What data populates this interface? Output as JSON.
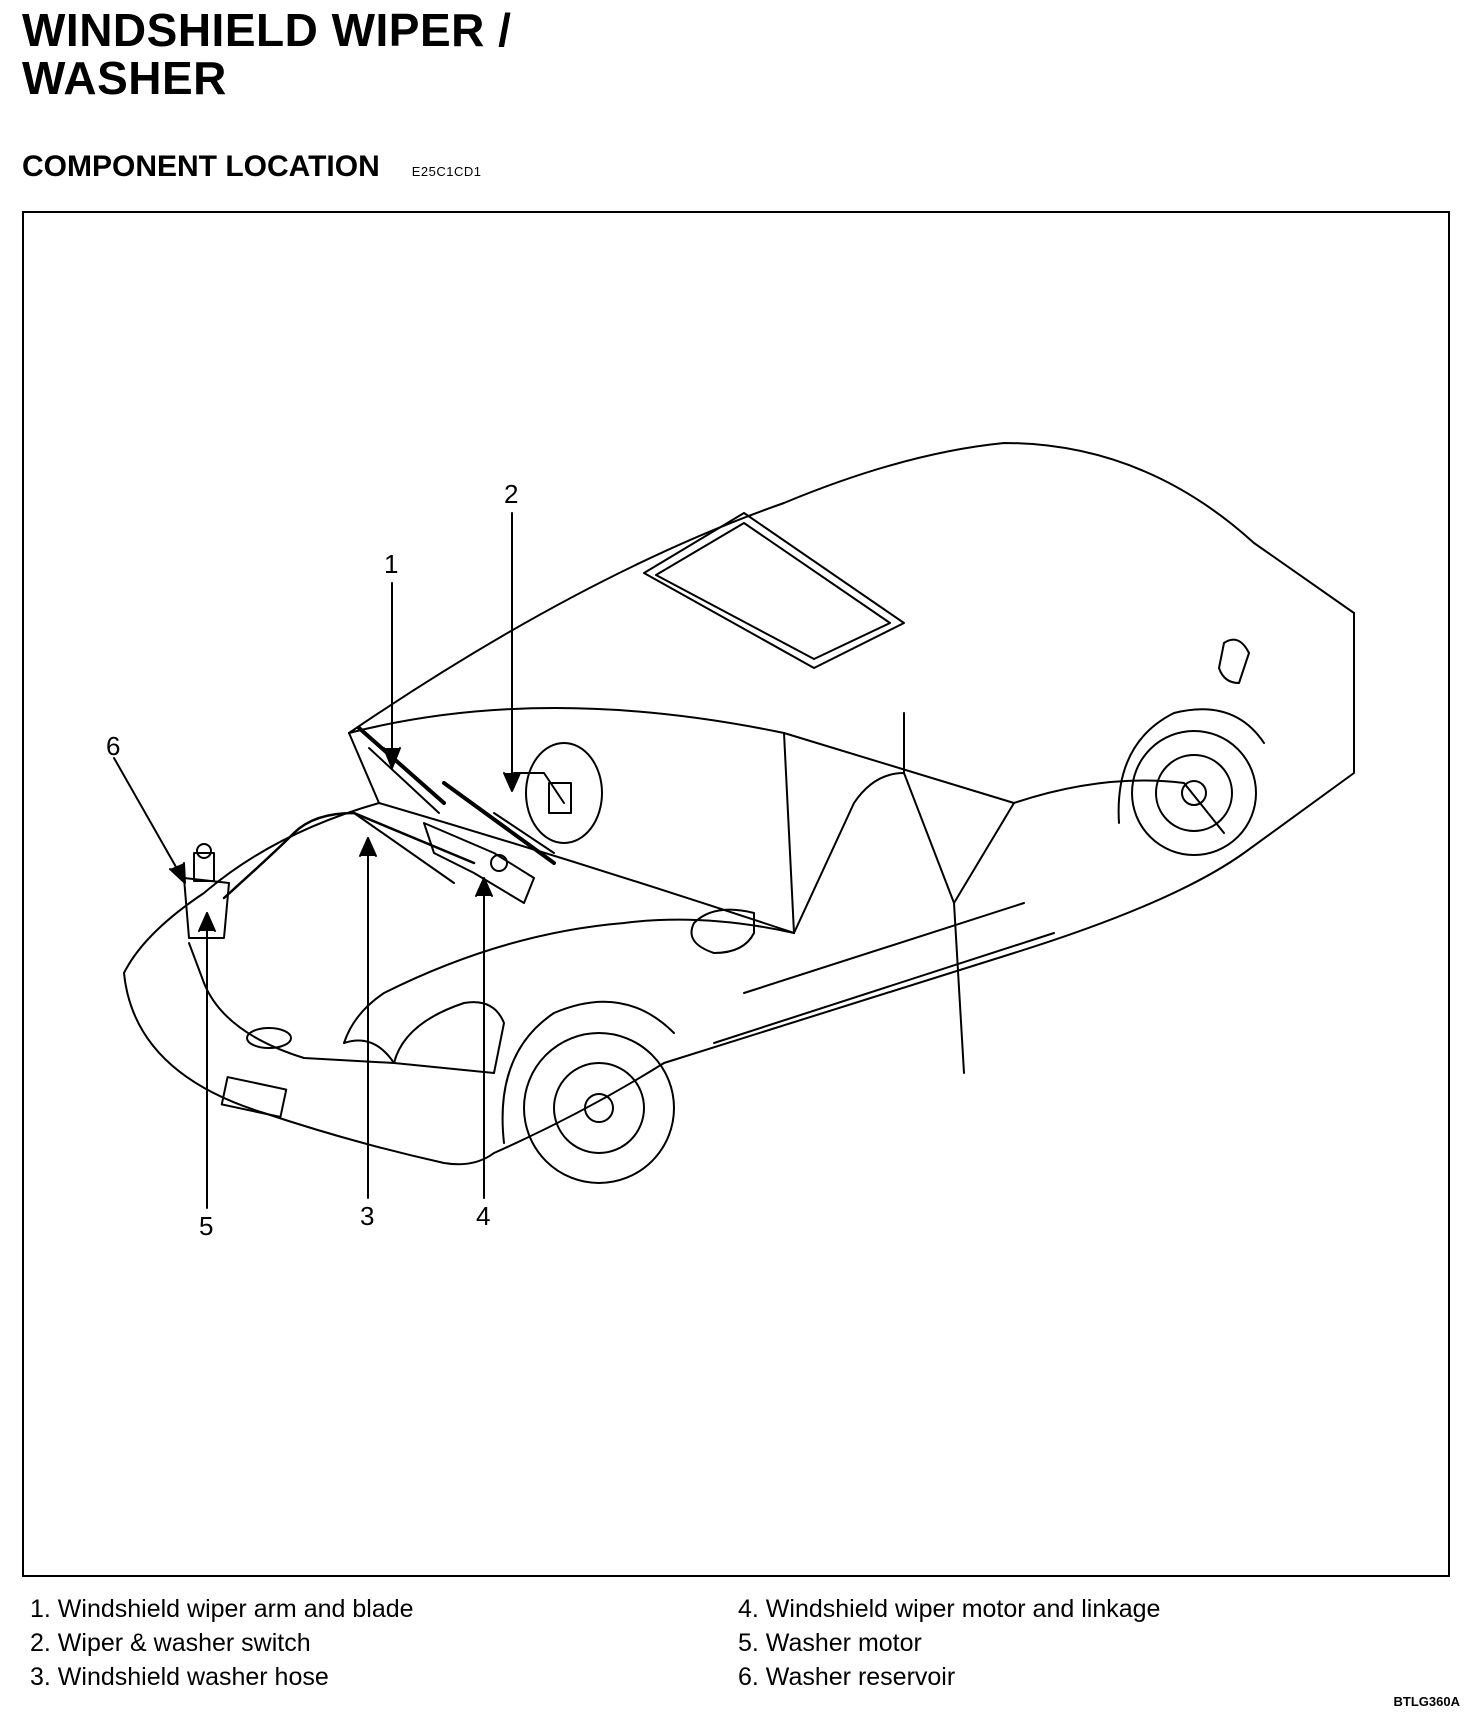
{
  "title": {
    "line1": "WINDSHIELD WIPER /",
    "line2": "WASHER"
  },
  "section": {
    "heading": "COMPONENT LOCATION",
    "code": "E25C1CD1"
  },
  "callouts": [
    "1",
    "2",
    "3",
    "4",
    "5",
    "6"
  ],
  "legend": {
    "left": [
      "1. Windshield wiper arm and blade",
      "2. Wiper & washer switch",
      "3. Windshield washer hose"
    ],
    "right": [
      "4. Windshield wiper motor and linkage",
      "5. Washer motor",
      "6. Washer reservoir"
    ]
  },
  "figure_code": "BTLG360A"
}
